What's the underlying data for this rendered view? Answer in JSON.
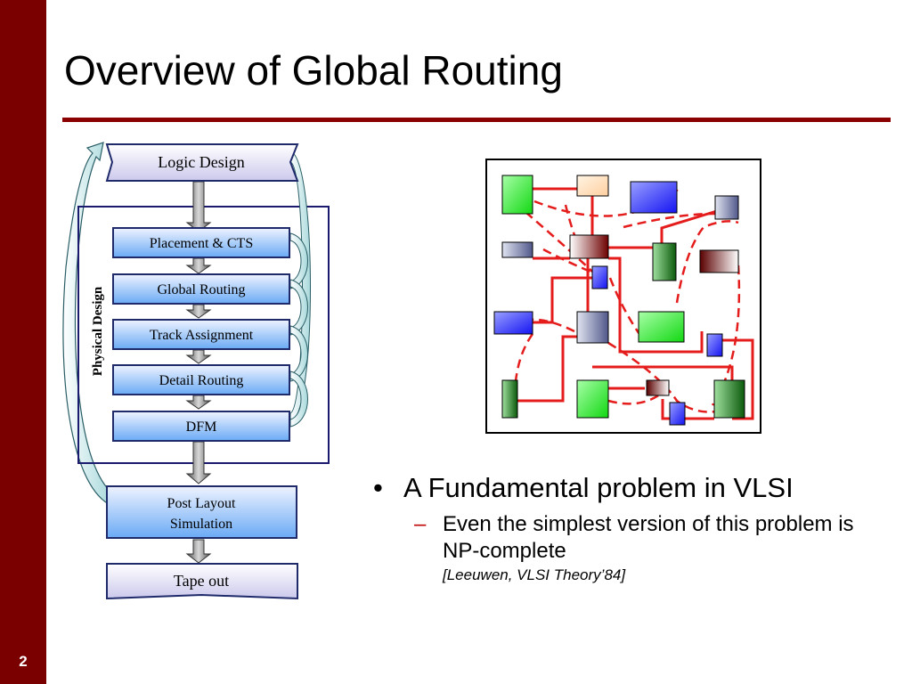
{
  "slide": {
    "title": "Overview of Global Routing",
    "page_number": "2",
    "colors": {
      "sidebar": "#7a0000",
      "title_rule": "#8b0000",
      "route": "#e41c1c"
    }
  },
  "flow": {
    "group_label": "Physical Design",
    "steps": [
      "Logic Design",
      "Placement & CTS",
      "Global Routing",
      "Track Assignment",
      "Detail Routing",
      "DFM",
      "Post Layout Simulation",
      "Tape out"
    ]
  },
  "bullets": {
    "main": "A Fundamental problem in VLSI",
    "sub": "Even the simplest version of this problem is NP-complete",
    "citation": "[Leeuwen, VLSI Theory’84]",
    "marks": {
      "level1": "•",
      "level2": "–"
    }
  }
}
